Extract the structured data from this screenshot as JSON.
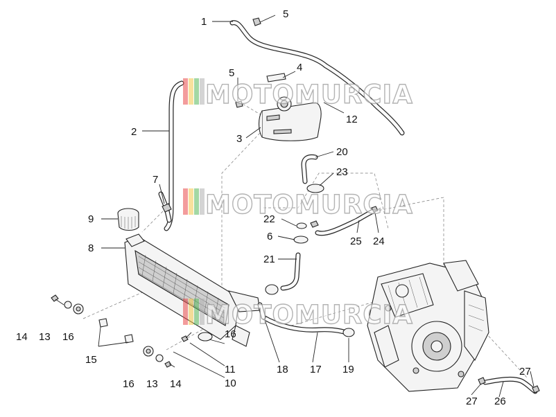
{
  "watermark": {
    "text": "MOTOMURCIA",
    "stripe_colors": [
      "#e94b4b",
      "#f2c94c",
      "#57b85a",
      "#b0b0b0"
    ]
  },
  "callouts": [
    "1",
    "5",
    "5",
    "4",
    "12",
    "2",
    "3",
    "20",
    "23",
    "7",
    "9",
    "22",
    "6",
    "25",
    "24",
    "8",
    "21",
    "14",
    "13",
    "16",
    "15",
    "16",
    "16",
    "13",
    "14",
    "11",
    "10",
    "18",
    "17",
    "19",
    "27",
    "27",
    "26"
  ]
}
